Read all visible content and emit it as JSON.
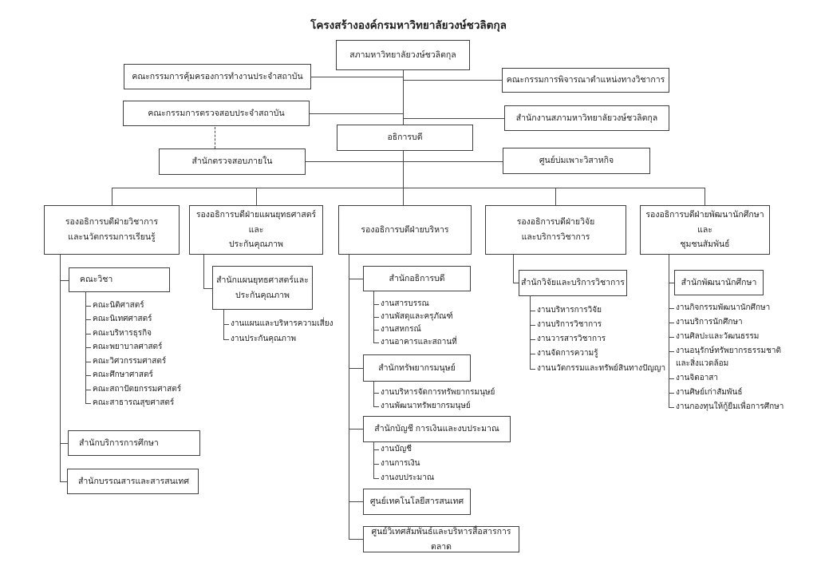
{
  "title": "โครงสร้างองค์กรมหาวิทยาลัยวงษ์ชวลิตกุล",
  "colors": {
    "background": "#ffffff",
    "line": "#4a4a4a",
    "box_border": "#3f3f3f",
    "text": "#1f1f1f"
  },
  "top": {
    "council": "สภามหาวิทยาลัยวงษ์ชวลิตกุล",
    "labor_protection_committee": "คณะกรรมการคุ้มครองการทำงานประจำสถาบัน",
    "audit_committee": "คณะกรรมการตรวจสอบประจำสถาบัน",
    "academic_position_committee": "คณะกรรมการพิจารณาตำแหน่งทางวิชาการ",
    "council_office": "สำนักงานสภามหาวิทยาลัยวงษ์ชวลิตกุล",
    "president": "อธิการบดี",
    "internal_audit_office": "สำนักตรวจสอบภายใน",
    "incubator_center": "ศูนย์บ่มเพาะวิสาหกิจ"
  },
  "deputies": [
    {
      "line1": "รองอธิการบดีฝ่ายวิชาการ",
      "line2": "และนวัตกรรมการเรียนรู้"
    },
    {
      "line1": "รองอธิการบดีฝ่ายแผนยุทธศาสตร์และ",
      "line2": "ประกันคุณภาพ"
    },
    {
      "line1": "รองอธิการบดีฝ่ายบริหาร"
    },
    {
      "line1": "รองอธิการบดีฝ่ายวิจัย",
      "line2": "และบริการวิชาการ"
    },
    {
      "line1": "รองอธิการบดีฝ่ายพัฒนานักศึกษาและ",
      "line2": "ชุมชนสัมพันธ์"
    }
  ],
  "col1": {
    "academic_division": "คณะวิชา",
    "faculties": [
      "คณะนิติศาสตร์",
      "คณะนิเทศศาสตร์",
      "คณะบริหารธุรกิจ",
      "คณะพยาบาลศาสตร์",
      "คณะวิศวกรรมศาสตร์",
      "คณะศึกษาศาสตร์",
      "คณะสถาปัตยกรรมศาสตร์",
      "คณะสาธารณสุขศาสตร์"
    ],
    "education_service_office": "สำนักบริการการศึกษา",
    "library_information_office": "สำนักบรรณสารและสารสนเทศ"
  },
  "col2": {
    "office_line1": "สำนักแผนยุทธศาสตร์และ",
    "office_line2": "ประกันคุณภาพ",
    "items": [
      "งานแผนและบริหารความเสี่ยง",
      "งานประกันคุณภาพ"
    ]
  },
  "col3": {
    "president_office": "สำนักอธิการบดี",
    "president_office_items": [
      "งานสารบรรณ",
      "งานพัสดุและครุภัณฑ์",
      "งานสหกรณ์",
      "งานอาคารและสถานที่"
    ],
    "hr_office": "สำนักทรัพยากรมนุษย์",
    "hr_office_items": [
      "งานบริหารจัดการทรัพยากรมนุษย์",
      "งานพัฒนาทรัพยากรมนุษย์"
    ],
    "finance_office": "สำนักบัญชี การเงินและงบประมาณ",
    "finance_office_items": [
      "งานบัญชี",
      "งานการเงิน",
      "งานงบประมาณ"
    ],
    "it_center": "ศูนย์เทคโนโลยีสารสนเทศ",
    "intl_marketing_center": "ศูนย์วิเทศสัมพันธ์และบริหารสื่อสารการตลาด"
  },
  "col4": {
    "research_office": "สำนักวิจัยและบริการวิชาการ",
    "items": [
      "งานบริหารการวิจัย",
      "งานบริการวิชาการ",
      "งานวารสารวิชาการ",
      "งานจัดการความรู้",
      "งานนวัตกรรมและทรัพย์สินทางปัญญา"
    ]
  },
  "col5": {
    "student_dev_office": "สำนักพัฒนานักศึกษา",
    "item_lines": [
      "งานกิจกรรมพัฒนานักศึกษา",
      "งานบริการนักศึกษา",
      "งานศิลปะและวัฒนธรรม",
      "งานอนุรักษ์ทรัพยากรธรรมชาติ",
      "และสิ่งแวดล้อม",
      "งานจิตอาสา",
      "งานศิษย์เก่าสัมพันธ์",
      "งานกองทุนให้กู้ยืมเพื่อการศึกษา"
    ]
  }
}
